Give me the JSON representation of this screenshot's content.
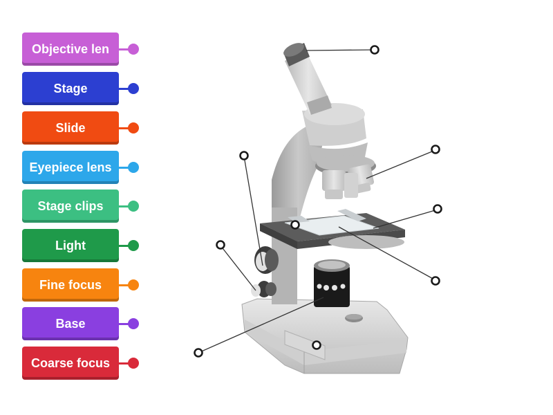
{
  "labels": [
    {
      "text": "Objective len",
      "color": "#c75fd6"
    },
    {
      "text": "Stage",
      "color": "#2c3fd1"
    },
    {
      "text": "Slide",
      "color": "#f04b12"
    },
    {
      "text": "Eyepiece lens",
      "color": "#2da7ea"
    },
    {
      "text": "Stage clips",
      "color": "#3cbf82"
    },
    {
      "text": "Light",
      "color": "#1f9a4a"
    },
    {
      "text": "Fine focus",
      "color": "#f7840f"
    },
    {
      "text": "Base",
      "color": "#8a3fe0"
    },
    {
      "text": "Coarse focus",
      "color": "#d92a3a"
    }
  ],
  "diagram": {
    "image": "microscope-illustration",
    "drop_targets": [
      "eyepiece-target",
      "objective-target",
      "stage-target",
      "stage-clip-target",
      "slide-target",
      "coarse-focus-target",
      "fine-focus-target",
      "light-target",
      "base-target"
    ]
  }
}
